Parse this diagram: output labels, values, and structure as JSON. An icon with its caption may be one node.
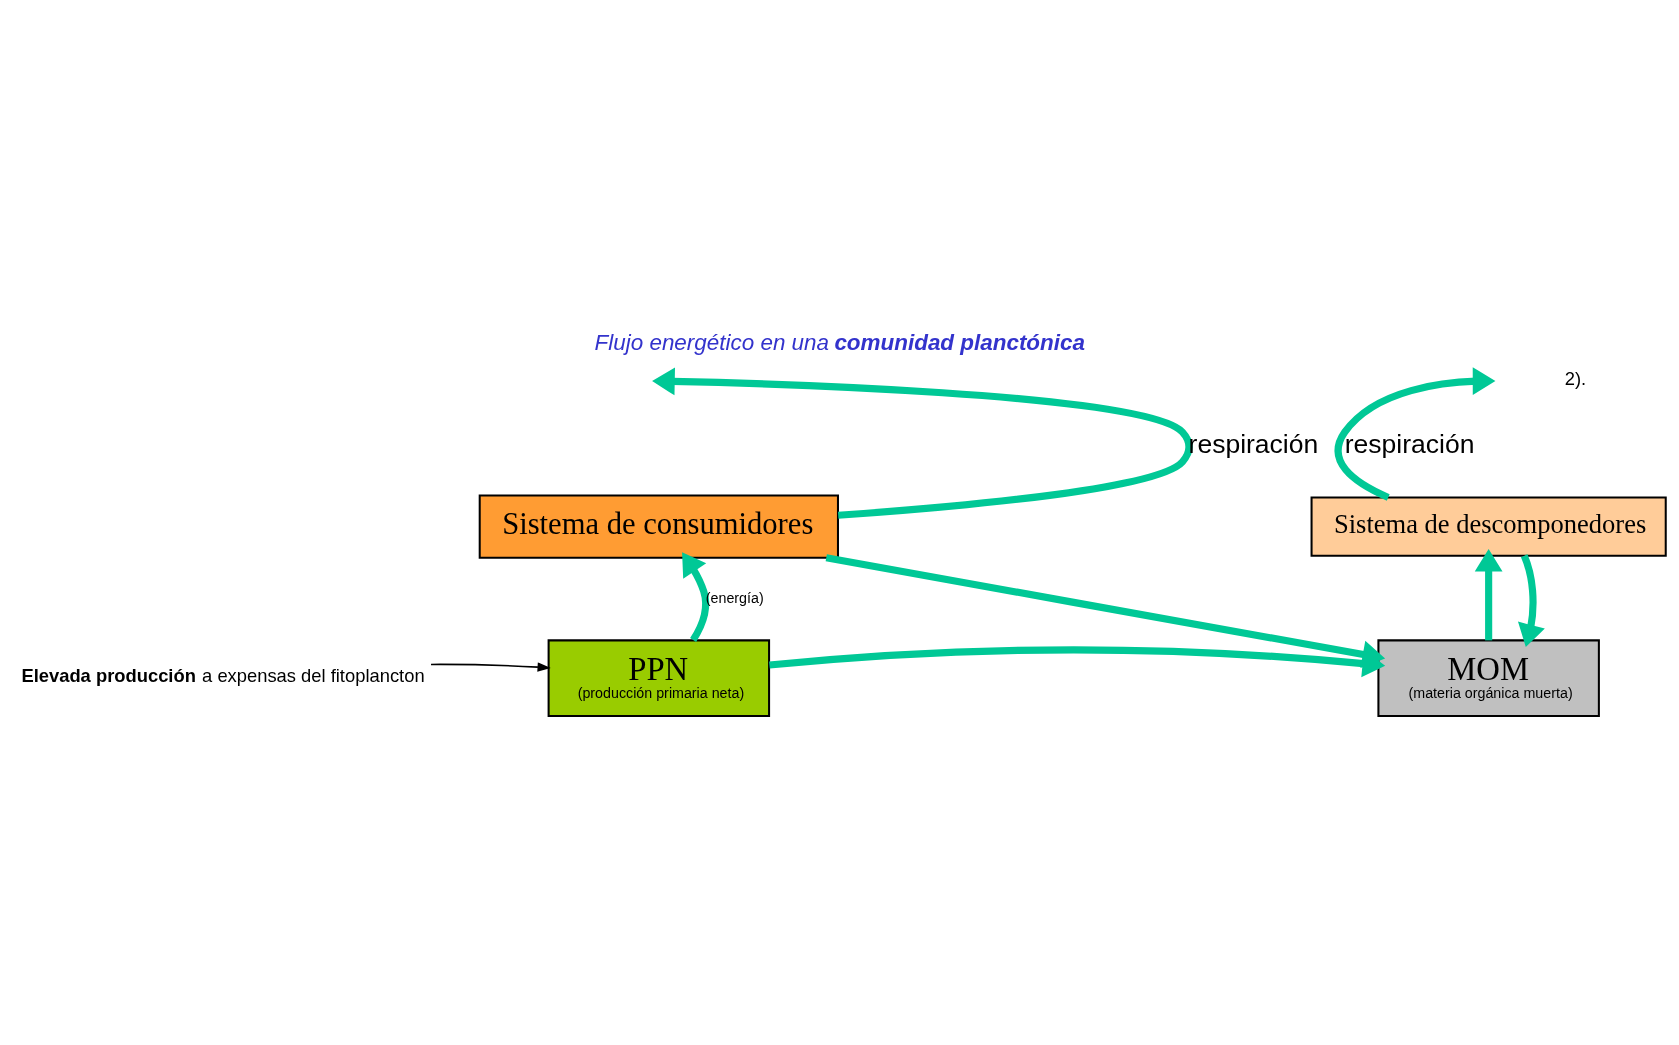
{
  "diagram": {
    "title": "Flujo energético en una **comunidad planctónica**",
    "nodes": [
      {
        "text": [
          "Sistema de consumidores"
        ]
      },
      {
        "text": [
          "Sistema de descomponedores"
        ]
      },
      {
        "text": [
          "PPN",
          "(producción primaria neta)"
        ]
      },
      {
        "text": [
          "MOM",
          "(materia orgánica muerta)"
        ]
      },
      {
        "text": [
          "**Elevada producción** a expensas del fitoplancton"
        ]
      }
    ],
    "edges": [
      {
        "from": 0,
        "to": null,
        "arrow": "to",
        "label": "respiración"
      },
      {
        "from": 1,
        "to": null,
        "arrow": "to",
        "label": "respiración"
      },
      {
        "from": 2,
        "to": 0,
        "arrow": "to",
        "label": "(energía)"
      },
      {
        "from": 0,
        "to": 3,
        "arrow": "to"
      },
      {
        "from": 3,
        "to": 1,
        "arrow": "to"
      },
      {
        "from": 1,
        "to": 3,
        "arrow": "to"
      },
      {
        "from": 2,
        "to": 3,
        "arrow": "to"
      },
      {
        "from": 4,
        "to": 2,
        "arrow": "to",
        "color": "#000000"
      }
    ],
    "labels": [
      "2)."
    ]
  }
}
